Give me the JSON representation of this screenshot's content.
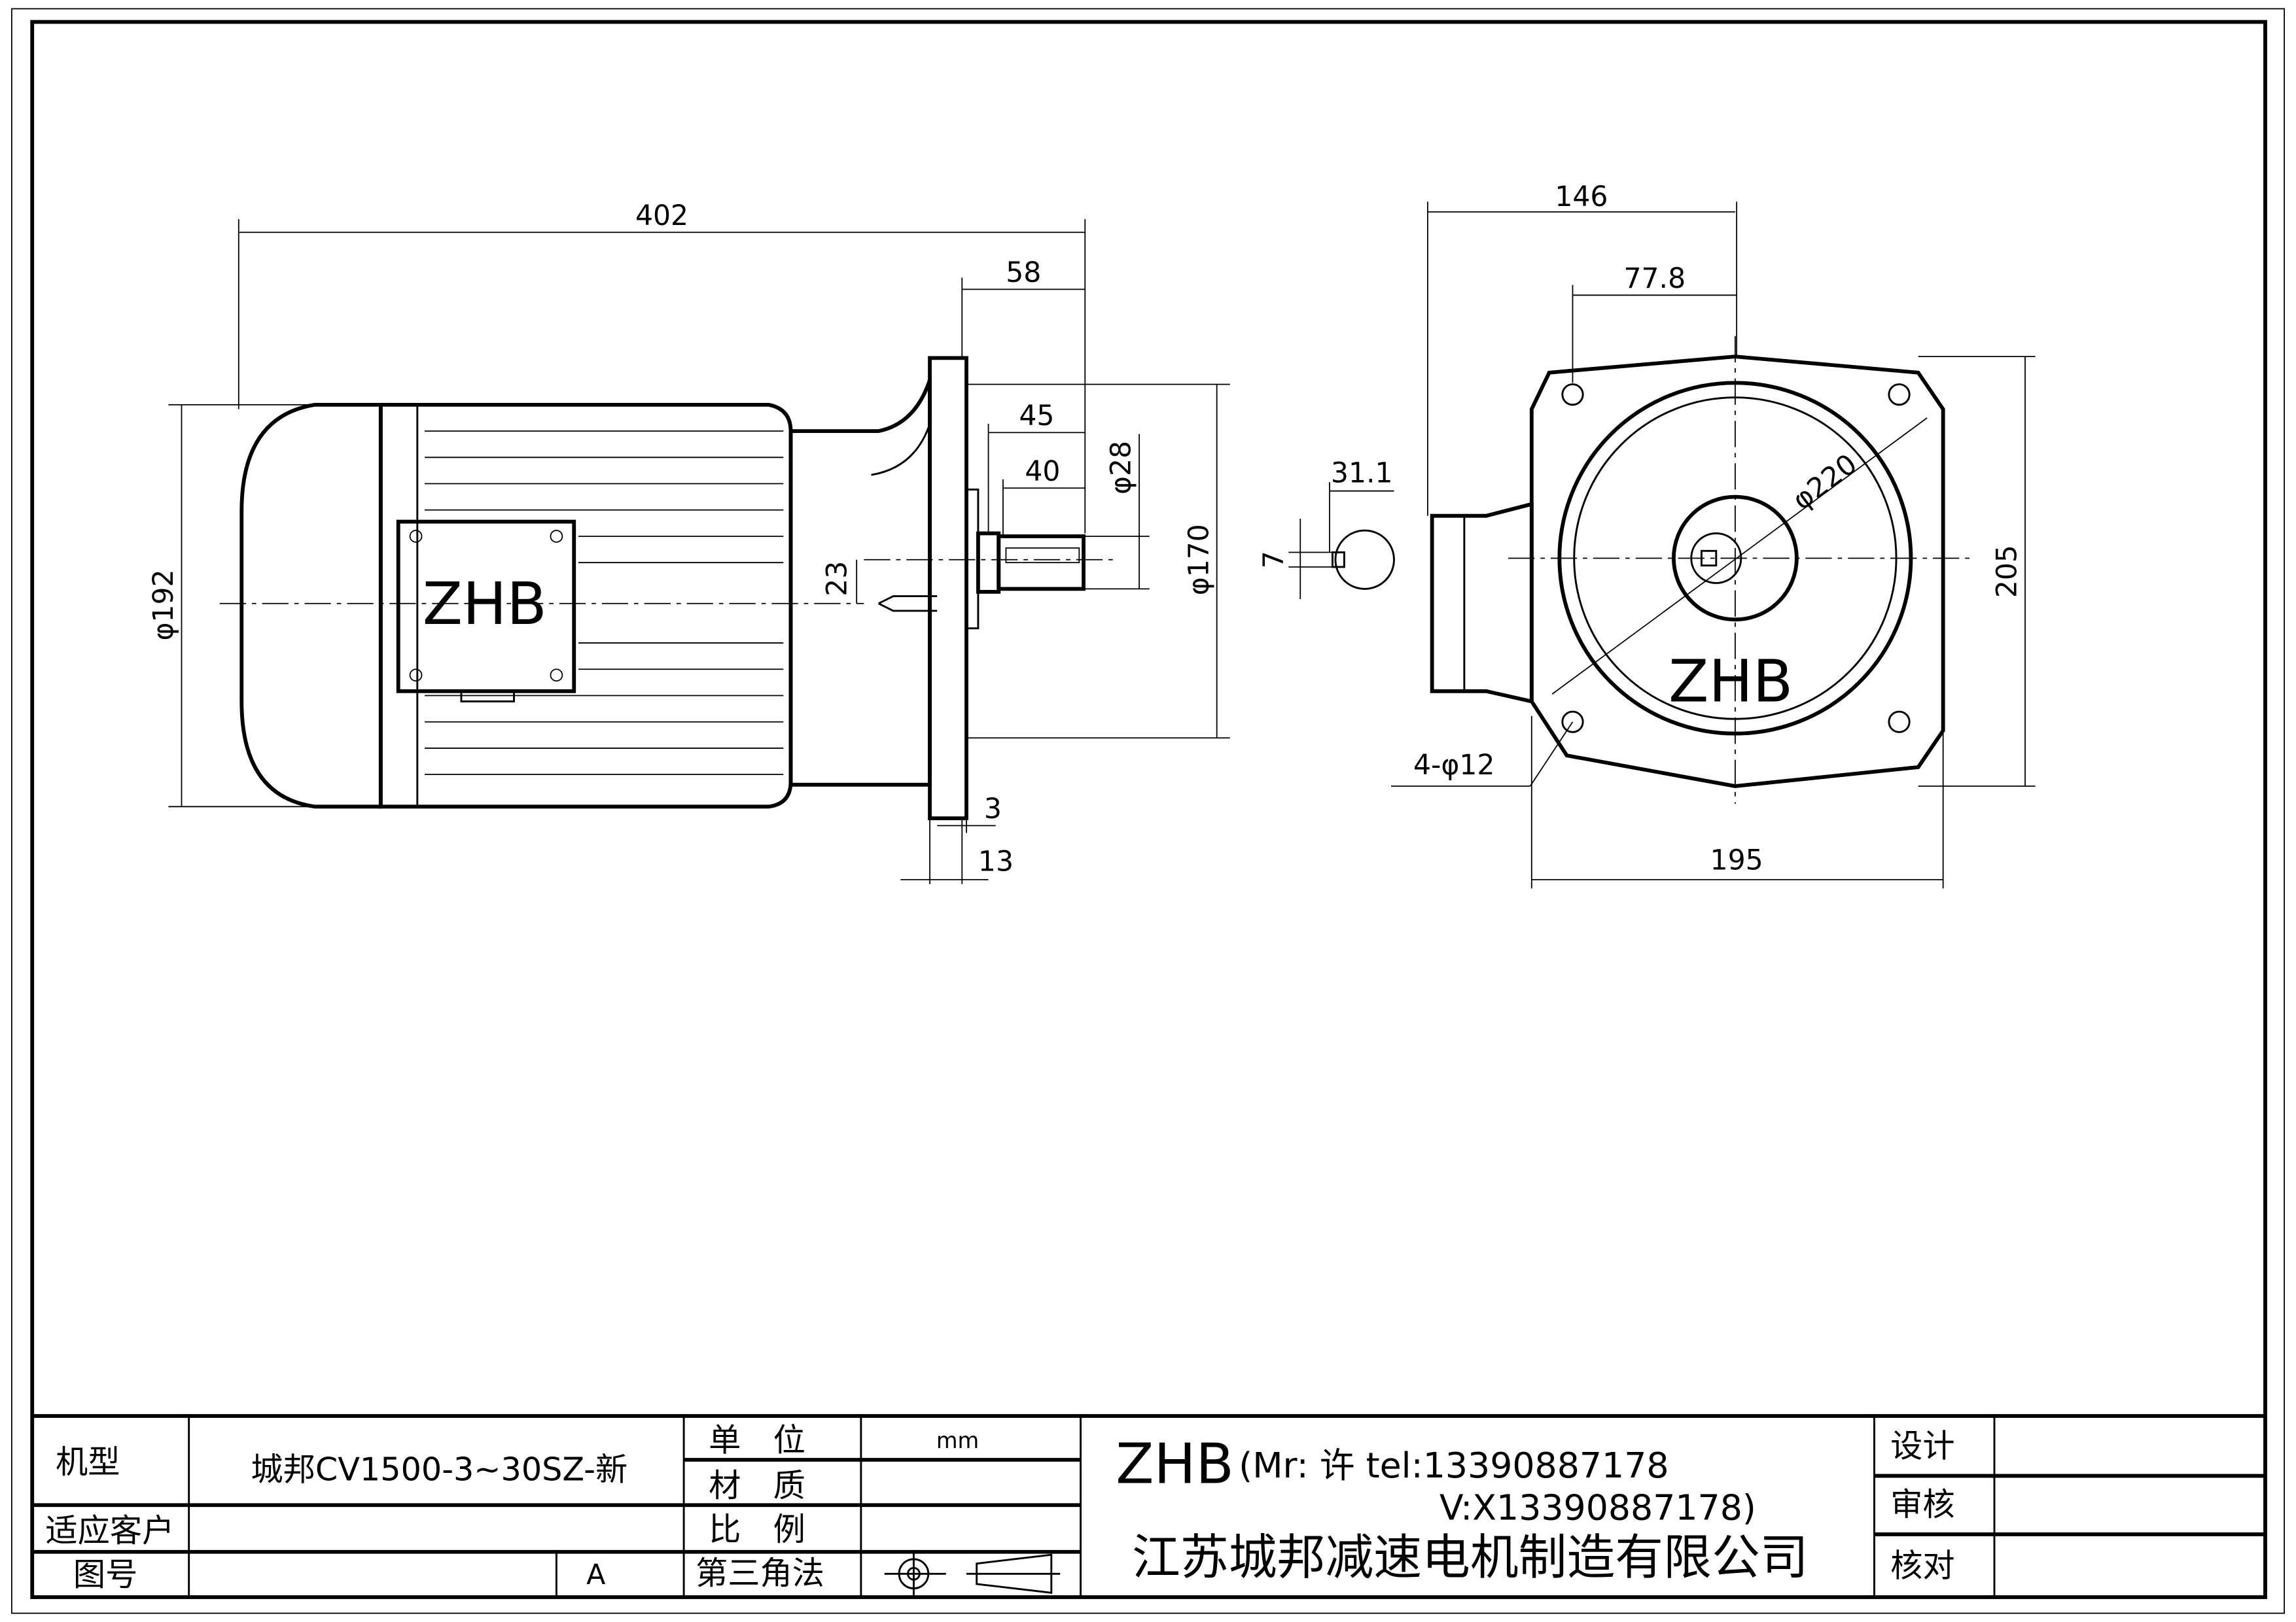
{
  "left_view": {
    "dims": {
      "overall_length": "402",
      "flange_to_end": "58",
      "shaft_len_45": "45",
      "key_len_40": "40",
      "shaft_dia": "φ28",
      "pilot_dia": "φ170",
      "motor_dia": "φ192",
      "center_offset": "23",
      "flange_thk_3": "3",
      "flange_thk_13": "13"
    },
    "logo": "ZHB"
  },
  "right_view": {
    "dims": {
      "width_146": "146",
      "half_77_8": "77.8",
      "key_31_1": "31.1",
      "key_width": "7",
      "pcd": "φ220",
      "height_205": "205",
      "holes": "4-φ12",
      "width_195": "195"
    },
    "logo": "ZHB"
  },
  "title_block": {
    "model_label": "机型",
    "model_value": "城邦CV1500-3~30SZ-新",
    "customer_label": "适应客户",
    "drawing_no_label": "图号",
    "revision": "A",
    "unit_label": "单　位",
    "unit_value": "mm",
    "material_label": "材　质",
    "scale_label": "比　例",
    "projection_label": "第三角法",
    "brand": "ZHB",
    "contact_line1": "(Mr: 许 tel:13390887178",
    "contact_line2": "V:X13390887178)",
    "company": "江苏城邦减速电机制造有限公司",
    "design_label": "设计",
    "review_label": "审核",
    "check_label": "核对"
  }
}
